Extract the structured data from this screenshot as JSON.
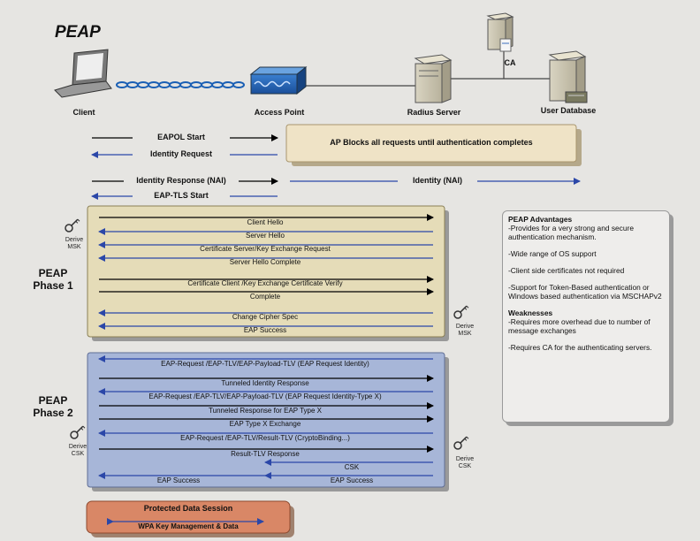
{
  "title": "PEAP",
  "devices": {
    "client": "Client",
    "access_point": "Access Point",
    "radius_server": "Radius Server",
    "user_database": "User Database",
    "ca": "CA"
  },
  "top_messages": {
    "eapol_start": "EAPOL Start",
    "identity_request": "Identity Request",
    "identity_response": "Identity Response (NAI)",
    "eap_tls_start": "EAP-TLS Start",
    "identity_nai": "Identity (NAI)",
    "ap_blocks": "AP Blocks all requests until authentication completes"
  },
  "phase1": {
    "label_line1": "PEAP",
    "label_line2": "Phase 1",
    "derive_left": [
      "Derive",
      "MSK"
    ],
    "derive_right": [
      "Derive",
      "MSK"
    ],
    "messages": [
      "Client Hello",
      "Server Hello",
      "Certificate Server/Key Exchange Request",
      "Server Hello Complete",
      "Certificate Client /Key Exchange Certificate Verify",
      "Complete",
      "Change Cipher Spec",
      "EAP Success"
    ]
  },
  "phase2": {
    "label_line1": "PEAP",
    "label_line2": "Phase 2",
    "derive_left": [
      "Derive",
      "CSK"
    ],
    "derive_right": [
      "Derive",
      "CSK"
    ],
    "messages": [
      "EAP-Request /EAP-TLV/EAP-Payload-TLV  (EAP Request Identity)",
      "Tunneled Identity Response",
      "EAP-Request /EAP-TLV/EAP-Payload-TLV  (EAP Request Identity-Type X)",
      "Tunneled Response for EAP Type X",
      "EAP Type X Exchange",
      "EAP-Request /EAP-TLV/Result-TLV  (CryptoBinding...)",
      "Result-TLV Response",
      "CSK",
      "EAP Success",
      "EAP Success"
    ]
  },
  "protected": {
    "title": "Protected Data Session",
    "subtitle": "WPA Key Management & Data"
  },
  "advantages": {
    "heading": "PEAP Advantages",
    "items": [
      "-Provides for a very strong and secure authentication mechanism.",
      "-Wide range of OS support",
      "-Client side certificates not required",
      "-Support for Token-Based authentication or Windows based authentication via MSCHAPv2"
    ]
  },
  "weaknesses": {
    "heading": "Weaknesses",
    "items": [
      "-Requires more overhead due to number of message exchanges",
      "-Requires CA for the authenticating servers."
    ]
  }
}
